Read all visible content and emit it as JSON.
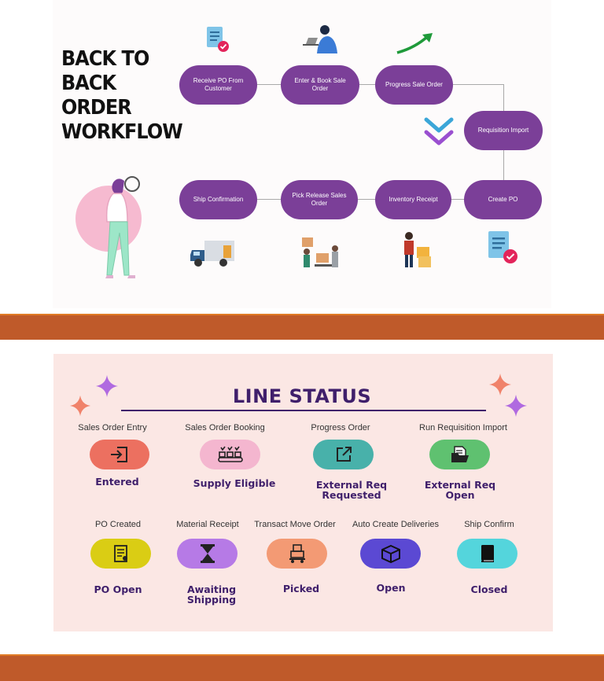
{
  "workflow": {
    "title_lines": [
      "BACK TO",
      "BACK",
      "ORDER",
      "WORKFLOW"
    ],
    "steps": [
      "Receive PO From Customer",
      "Enter & Book Sale Order",
      "Progress Sale Order",
      "Requisition Import",
      "Create PO",
      "Inventory Receipt",
      "Pick Release Sales Order",
      "Ship Confirmation"
    ],
    "pill_color": "#7b3f98"
  },
  "line_status": {
    "title": "LINE STATUS",
    "items": [
      {
        "step": "Sales Order  Entry",
        "status": "Entered",
        "color": "#ec7060",
        "icon": "sign-in-icon"
      },
      {
        "step": "Sales Order  Booking",
        "status": "Supply Eligible",
        "color": "#f4b6cf",
        "icon": "conveyor-icon"
      },
      {
        "step": "Progress Order",
        "status": "External Req\nRequested",
        "color": "#48b1aa",
        "icon": "external-link-icon"
      },
      {
        "step": "Run Requisition Import",
        "status": "External Req\nOpen",
        "color": "#5fc170",
        "icon": "folder-document-icon"
      },
      {
        "step": "PO Created",
        "status": "PO Open",
        "color": "#dacd14",
        "icon": "document-icon"
      },
      {
        "step": "Material Receipt",
        "status": "Awaiting\nShipping",
        "color": "#b67ae6",
        "icon": "hourglass-icon"
      },
      {
        "step": "Transact Move Order",
        "status": "Picked",
        "color": "#f39a74",
        "icon": "trolley-icon"
      },
      {
        "step": "Auto Create Deliveries",
        "status": "Open",
        "color": "#5b49d3",
        "icon": "box-icon"
      },
      {
        "step": "Ship Confirm",
        "status": "Closed",
        "color": "#54d5dc",
        "icon": "book-icon"
      }
    ]
  }
}
